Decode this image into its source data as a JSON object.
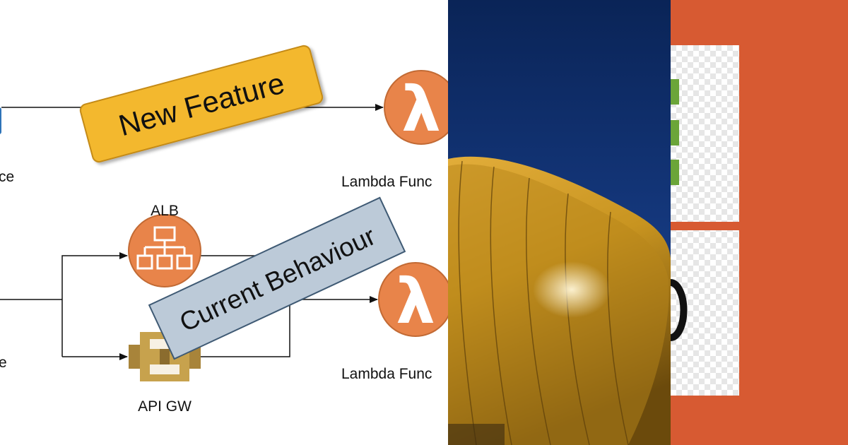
{
  "diagram": {
    "top_source_label": "ce",
    "bottom_source_label": "e",
    "alb_label": "ALB",
    "api_gw_label": "API GW",
    "lambda_top_label": "Lambda Func",
    "lambda_bottom_label": "Lambda Func",
    "lambda_symbol": "λ",
    "new_feature_banner": "New Feature",
    "current_behaviour_banner": "Current Behaviour"
  },
  "colors": {
    "aws_orange": "#e8844a",
    "banner_yellow": "#f3b82f",
    "banner_blue_gray": "#bccad8",
    "api_gw_gold": "#c7a24d",
    "logo_bg": "#d75a32",
    "logo_green": "#6ba539",
    "sky_blue": "#0f2c66",
    "tank_gold": "#c89420"
  },
  "icons": {
    "alb": "load-balancer-icon",
    "api_gw": "api-gateway-icon",
    "lambda": "lambda-icon"
  }
}
